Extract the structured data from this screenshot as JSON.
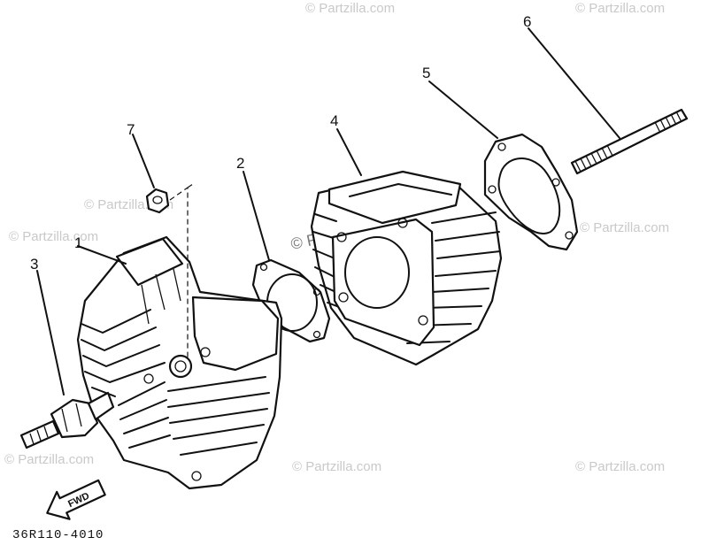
{
  "watermark": {
    "text": "© Partzilla.com",
    "color": "#c9c9c9"
  },
  "callouts": [
    {
      "id": "1",
      "label": "1",
      "part": "cylinder head"
    },
    {
      "id": "2",
      "label": "2",
      "part": "head gasket"
    },
    {
      "id": "3",
      "label": "3",
      "part": "spark plug"
    },
    {
      "id": "4",
      "label": "4",
      "part": "cylinder"
    },
    {
      "id": "5",
      "label": "5",
      "part": "base gasket"
    },
    {
      "id": "6",
      "label": "6",
      "part": "stud bolt"
    },
    {
      "id": "7",
      "label": "7",
      "part": "nut"
    }
  ],
  "fwd_arrow": {
    "text": "FWD"
  },
  "diagram_code": "36R110-4010"
}
